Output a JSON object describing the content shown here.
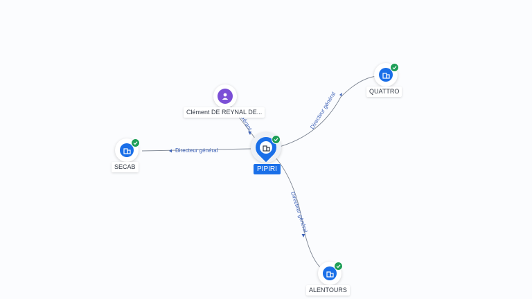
{
  "colors": {
    "edge": "#7f8794",
    "company": "#1a6fe8",
    "person": "#7b4fd6",
    "active": "#1e9e57",
    "edge_text": "#3f63b8"
  },
  "nodes": {
    "pipiri": {
      "label": "PIPIRI",
      "icon": "building-icon",
      "status": "active-check-icon"
    },
    "person": {
      "label": "Clément DE REYNAL DE...",
      "icon": "person-icon"
    },
    "quattro": {
      "label": "QUATTRO",
      "icon": "building-icon",
      "status": "active-check-icon"
    },
    "secab": {
      "label": "SECAB",
      "icon": "building-icon",
      "status": "active-check-icon"
    },
    "alentours": {
      "label": "ALENTOURS",
      "icon": "building-icon",
      "status": "active-check-icon"
    }
  },
  "edges": {
    "person": {
      "label": "Gérant"
    },
    "quattro": {
      "label": "Directeur général"
    },
    "secab": {
      "label": "Directeur général"
    },
    "alentours": {
      "label": "Directeur général"
    }
  }
}
